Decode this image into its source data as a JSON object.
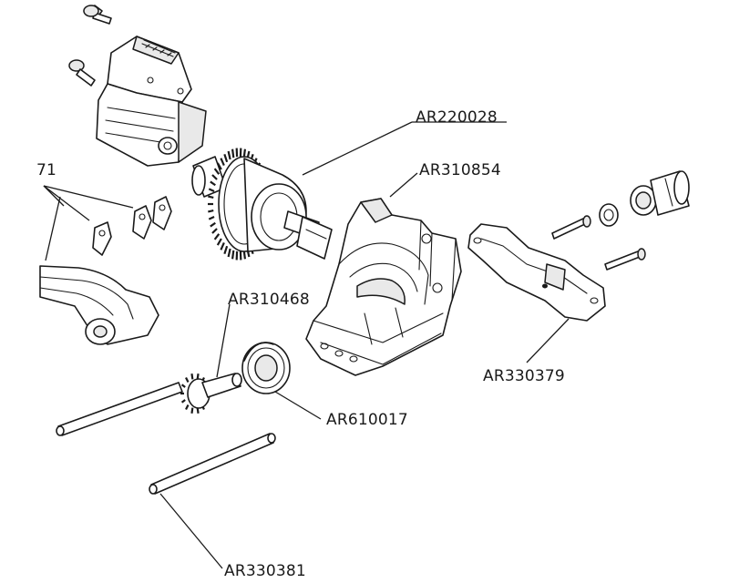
{
  "diagram": {
    "labels": {
      "ar220028": "AR220028",
      "ar310854": "AR310854",
      "ar310468": "AR310468",
      "ar610017": "AR610017",
      "ar330379": "AR330379",
      "ar330381": "AR330381",
      "partial_71": "71"
    }
  }
}
